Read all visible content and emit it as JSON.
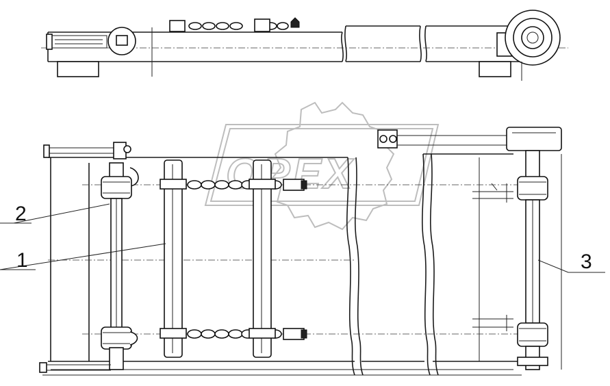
{
  "callouts": [
    {
      "id": "2",
      "label": "2"
    },
    {
      "id": "1",
      "label": "1"
    },
    {
      "id": "3",
      "label": "3"
    }
  ],
  "watermark": {
    "text": "OPEX"
  },
  "colors": {
    "line": "#1a1a1a",
    "watermark": "#bdbdbd",
    "background": "#ffffff"
  }
}
